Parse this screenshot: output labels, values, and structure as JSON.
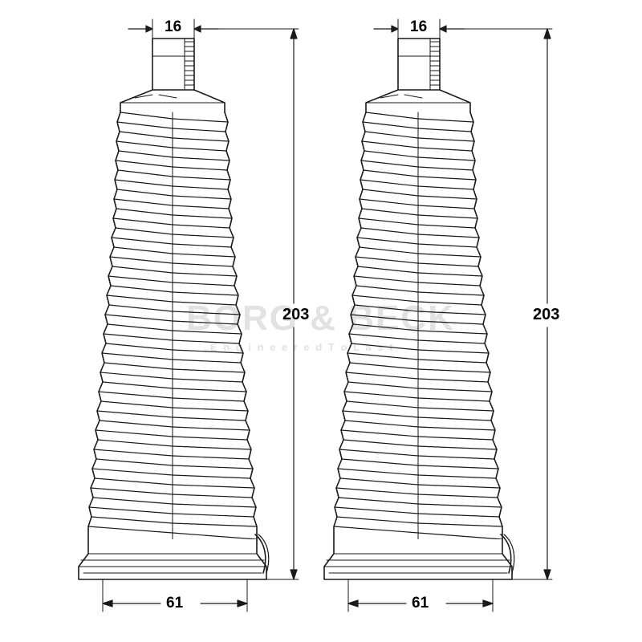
{
  "drawing": {
    "title": "Steering rack boot kit technical drawing",
    "background_color": "#ffffff",
    "line_color": "#1a1a1a",
    "watermark": {
      "text_main": "BORG & BECK",
      "text_sub": "E n g i n e e r e d   T o   L a s t",
      "color": "#e4e4e4"
    },
    "parts": [
      {
        "id": "boot-left",
        "dimensions": {
          "top_width": "16",
          "height": "203",
          "bottom_width": "61"
        }
      },
      {
        "id": "boot-right",
        "dimensions": {
          "top_width": "16",
          "height": "203",
          "bottom_width": "61"
        }
      }
    ],
    "units": "mm",
    "labels": {
      "top_width_left": "16",
      "top_width_right": "16",
      "height_left": "203",
      "height_right": "203",
      "bottom_width_left": "61",
      "bottom_width_right": "61"
    }
  }
}
